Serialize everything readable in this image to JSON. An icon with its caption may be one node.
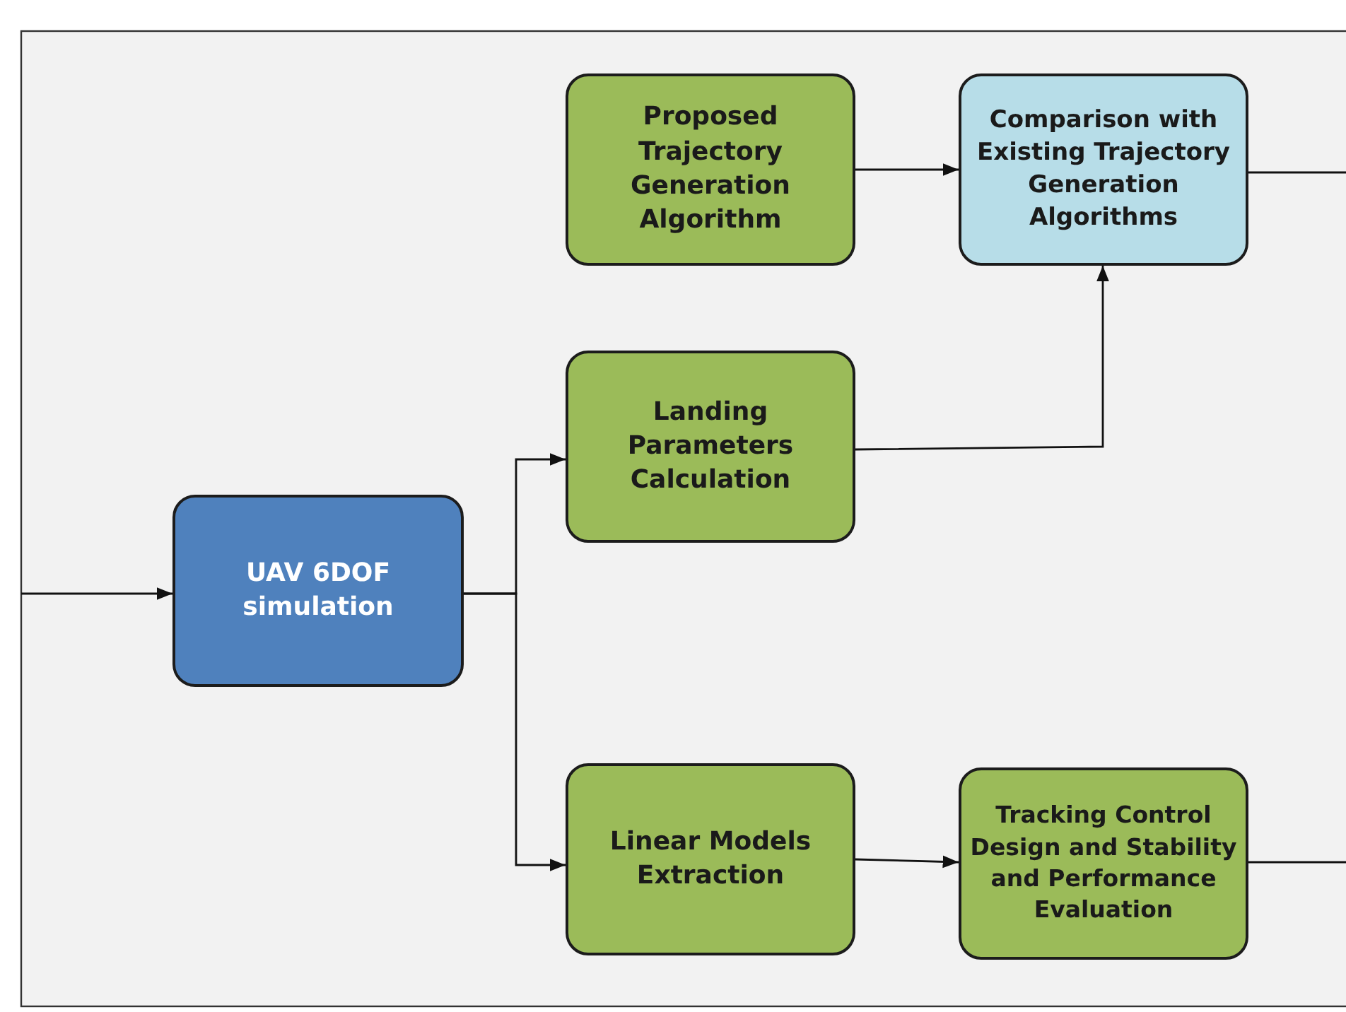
{
  "diagram": {
    "nodes": [
      {
        "text": [
          "Proposed Trajectory Generation Algorithm"
        ]
      },
      {
        "text": [
          "Comparison with Existing Trajectory Generation Algorithms"
        ]
      },
      {
        "text": [
          "Landing Parameters Calculation"
        ]
      },
      {
        "text": [
          "UAV 6DOF simulation"
        ]
      },
      {
        "text": [
          "Linear Models Extraction"
        ]
      },
      {
        "text": [
          "Tracking Control Design and Stability and Performance Evaluation"
        ]
      }
    ],
    "edges": [
      {
        "from": 0,
        "to": 1,
        "arrow": "to"
      },
      {
        "from": 2,
        "to": 1,
        "arrow": "to"
      },
      {
        "from": 3,
        "to": 2,
        "arrow": "to"
      },
      {
        "from": 3,
        "to": 4,
        "arrow": "to"
      },
      {
        "from": 4,
        "to": 5,
        "arrow": "to"
      },
      {
        "from": null,
        "to": 3,
        "arrow": "to"
      },
      {
        "from": 1,
        "to": null,
        "arrow": "none"
      },
      {
        "from": 5,
        "to": null,
        "arrow": "none"
      }
    ]
  }
}
